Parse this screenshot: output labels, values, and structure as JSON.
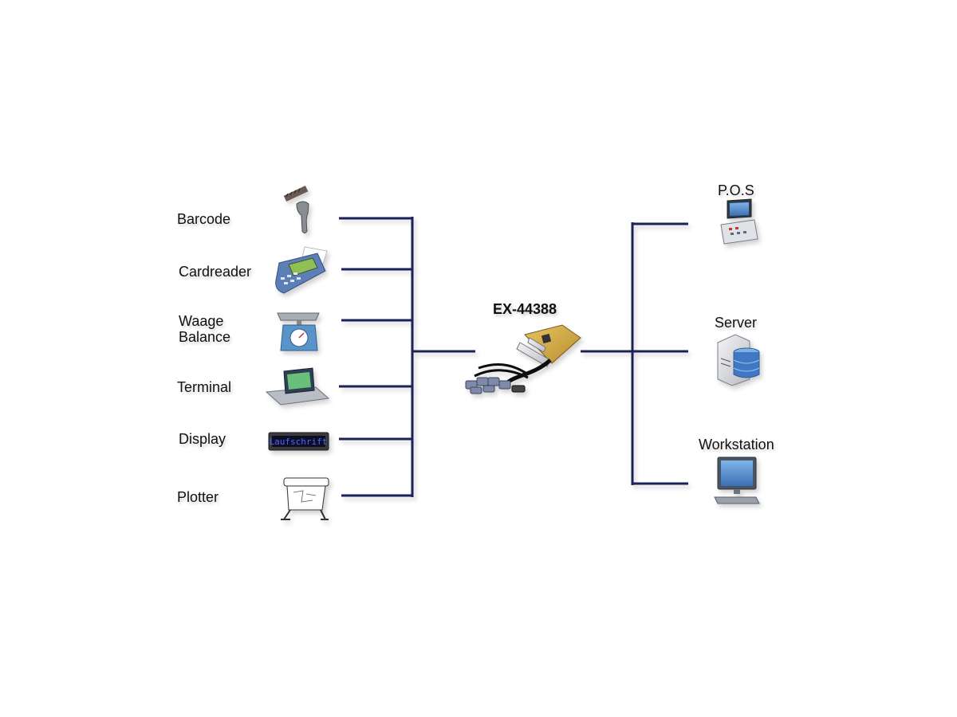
{
  "diagram": {
    "center_device": {
      "name": "EX-44388"
    },
    "left_devices": [
      {
        "label": "Barcode",
        "icon": "barcode-scanner-icon"
      },
      {
        "label": "Cardreader",
        "icon": "card-reader-icon"
      },
      {
        "label": "Waage\nBalance",
        "icon": "scale-icon"
      },
      {
        "label": "Terminal",
        "icon": "terminal-icon"
      },
      {
        "label": "Display",
        "icon": "led-display-icon",
        "screen_text": "Laufschrift"
      },
      {
        "label": "Plotter",
        "icon": "plotter-icon"
      }
    ],
    "right_devices": [
      {
        "label": "P.O.S",
        "icon": "pos-register-icon"
      },
      {
        "label": "Server",
        "icon": "server-icon"
      },
      {
        "label": "Workstation",
        "icon": "workstation-icon"
      }
    ],
    "colors": {
      "line": "#1c2458",
      "text": "#111111"
    }
  }
}
